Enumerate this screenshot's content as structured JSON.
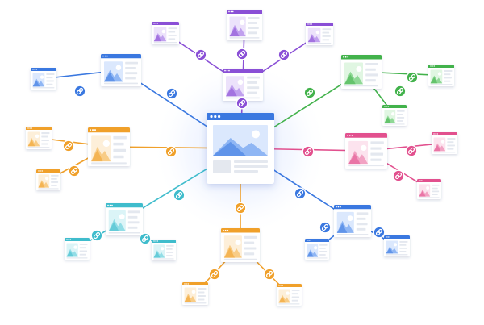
{
  "palette": {
    "blue": {
      "main": "#3a78e0",
      "light": "#8fb6f4",
      "pale": "#dbe8fd"
    },
    "purple": {
      "main": "#8a4fd6",
      "light": "#c0a0ee",
      "pale": "#ece2fb"
    },
    "green": {
      "main": "#42b24b",
      "light": "#8fd896",
      "pale": "#e0f6e2"
    },
    "pink": {
      "main": "#e2508e",
      "light": "#f2a2c3",
      "pale": "#fce3ee"
    },
    "orange": {
      "main": "#f0a02a",
      "light": "#f8cc86",
      "pale": "#fdefd9"
    },
    "teal": {
      "main": "#3fbccc",
      "light": "#92dde6",
      "pale": "#dbf4f7"
    },
    "grey": "#e4e8ef",
    "center_glow": "#e8efff"
  },
  "icons": {
    "page": "webpage-icon",
    "link": "chain-link-icon"
  },
  "center_page": {
    "name": "central-webpage",
    "color": "blue"
  },
  "branches": [
    {
      "name": "purple-branch",
      "color": "purple",
      "hub": "purple-hub-page",
      "leaves": [
        "purple-page-top-left",
        "purple-page-top",
        "purple-page-top-right"
      ]
    },
    {
      "name": "green-branch",
      "color": "green",
      "hub": "green-hub-page",
      "leaves": [
        "green-page-right",
        "green-page-below"
      ]
    },
    {
      "name": "pink-branch",
      "color": "pink",
      "hub": "pink-hub-page",
      "leaves": [
        "pink-page-upper",
        "pink-page-lower"
      ]
    },
    {
      "name": "blue-right-branch",
      "color": "blue",
      "hub": "blue-lower-right-hub-page",
      "leaves": [
        "blue-page-lower-left",
        "blue-page-lower-right"
      ]
    },
    {
      "name": "orange-bottom-branch",
      "color": "orange",
      "hub": "orange-bottom-hub-page",
      "leaves": [
        "orange-page-bottom-left",
        "orange-page-bottom-right"
      ]
    },
    {
      "name": "teal-branch",
      "color": "teal",
      "hub": "teal-hub-page",
      "leaves": [
        "teal-page-left",
        "teal-page-right"
      ]
    },
    {
      "name": "orange-left-branch",
      "color": "orange",
      "hub": "orange-left-hub-page",
      "leaves": [
        "orange-page-upper-left",
        "orange-page-lower-left"
      ]
    },
    {
      "name": "blue-left-branch",
      "color": "blue",
      "hub": "blue-upper-left-hub-page",
      "leaves": [
        "blue-page-far-left"
      ]
    }
  ]
}
